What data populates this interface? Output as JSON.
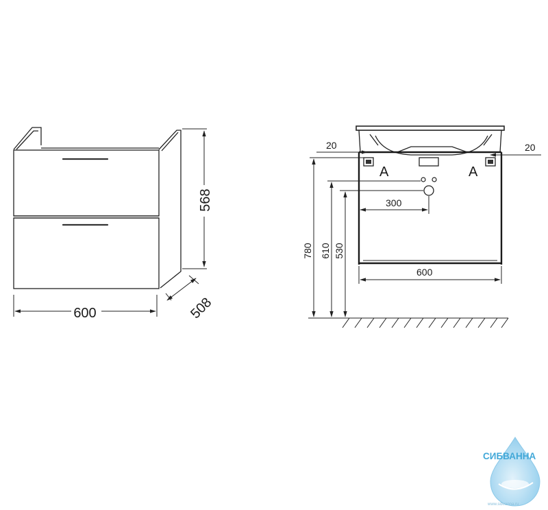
{
  "cabinet_view": {
    "width_label": "600",
    "height_label": "568",
    "depth_label": "508"
  },
  "front_view": {
    "left_offset_label": "20",
    "right_offset_label": "20",
    "left_section_label": "A",
    "right_section_label": "A",
    "drain_offset_label": "300",
    "width_label": "600",
    "height_780_label": "780",
    "height_610_label": "610",
    "height_530_label": "530"
  },
  "watermark": {
    "brand": "СИБВАННА",
    "url": "www.sibvanna.ru"
  }
}
